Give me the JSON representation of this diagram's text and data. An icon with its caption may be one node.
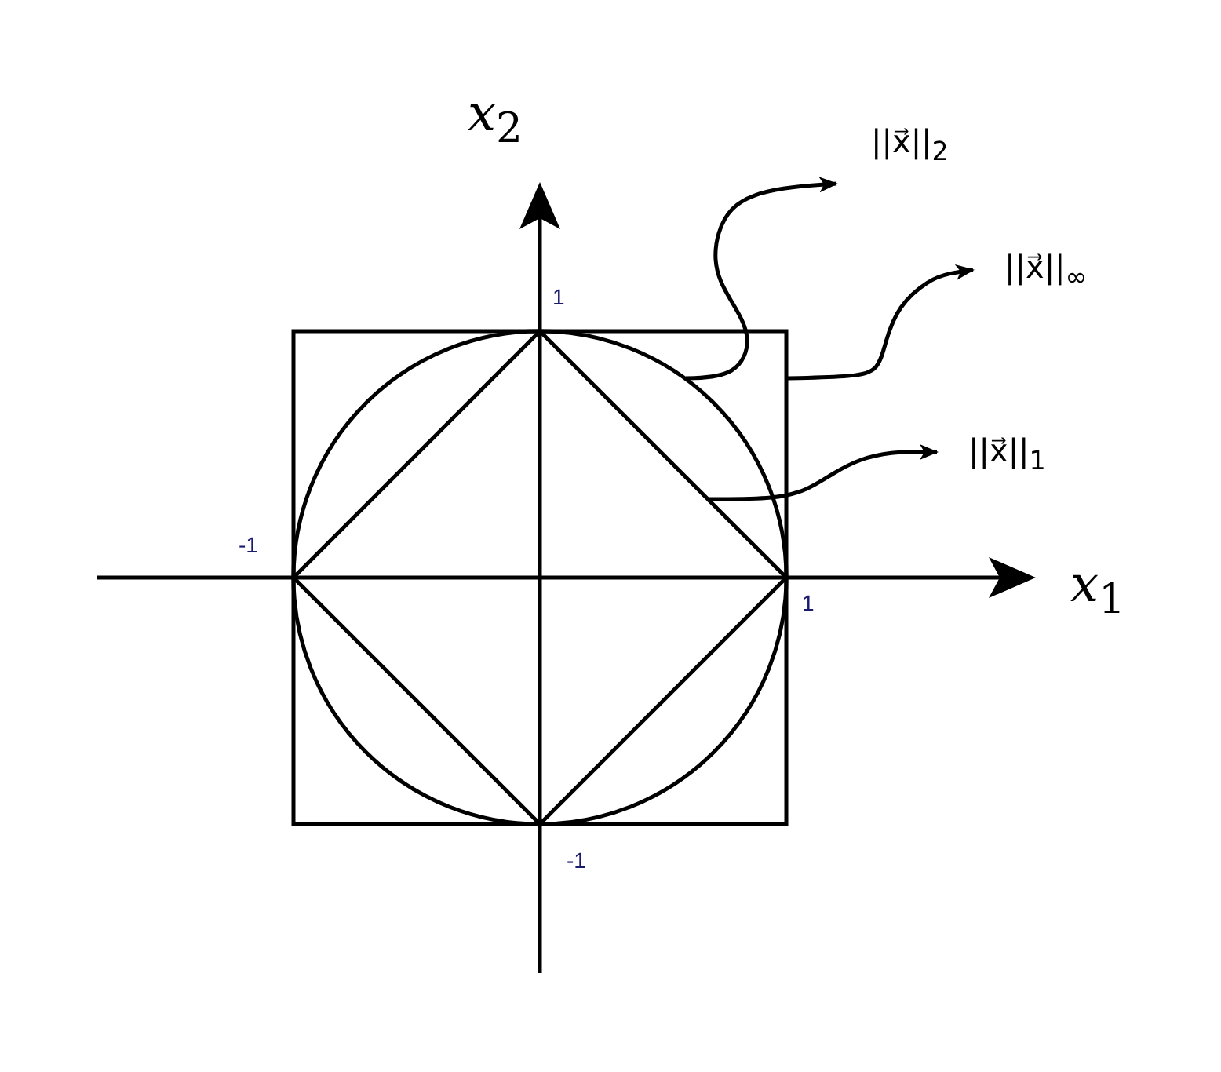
{
  "diagram": {
    "nodes": [
      {
        "text": [],
        "shape": "box"
      },
      {
        "text": [],
        "shape": "circle"
      },
      {
        "text": [],
        "shape": "diamond"
      },
      {
        "text": [
          "||x⃗||$_{2}$"
        ]
      },
      {
        "text": [
          "||x⃗||$_{∞}$"
        ]
      },
      {
        "text": [
          "||x⃗||$_{1}$"
        ]
      }
    ],
    "edges": [
      {
        "from": 1,
        "to": 3,
        "arrow": "to"
      },
      {
        "from": 0,
        "to": 4,
        "arrow": "to"
      },
      {
        "from": 2,
        "to": 5,
        "arrow": "to"
      }
    ],
    "labels": [
      "*x*$_{2}$",
      "1",
      "-1",
      "*x*$_{1}$",
      "1",
      "-1"
    ]
  }
}
